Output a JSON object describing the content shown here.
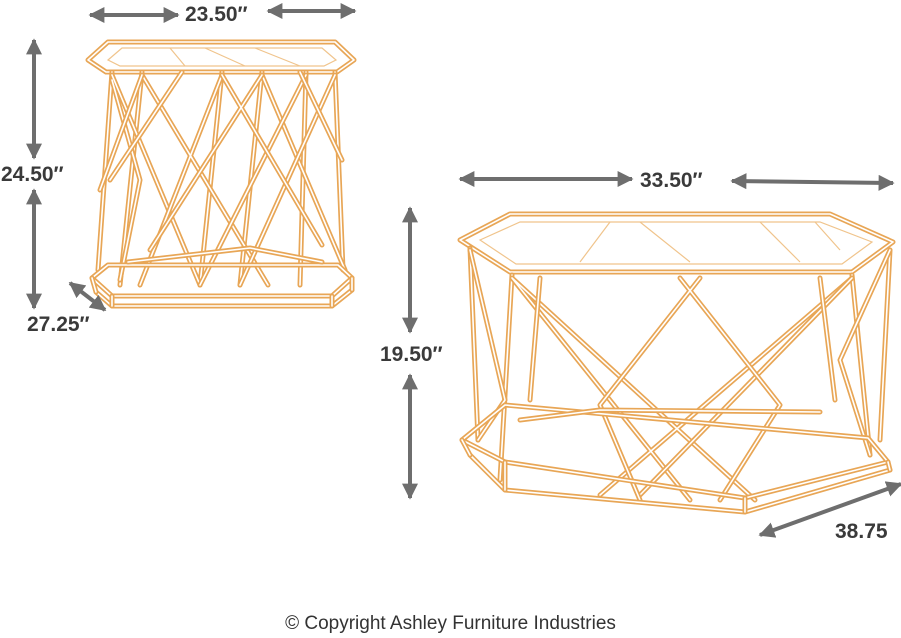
{
  "colors": {
    "frame": "#e8a656",
    "frame_inner": "#ffffff",
    "glass_edge": "#f0c48c",
    "dimension": "#6e6e6e",
    "label": "#3a3a3a",
    "background": "#ffffff"
  },
  "end_table": {
    "width_label": "23.50″",
    "height_label": "24.50″",
    "depth_label": "27.25″"
  },
  "cocktail_table": {
    "width_label": "33.50″",
    "height_label": "19.50″",
    "depth_label": "38.75"
  },
  "footer": {
    "copyright": "© Copyright Ashley Furniture Industries"
  }
}
